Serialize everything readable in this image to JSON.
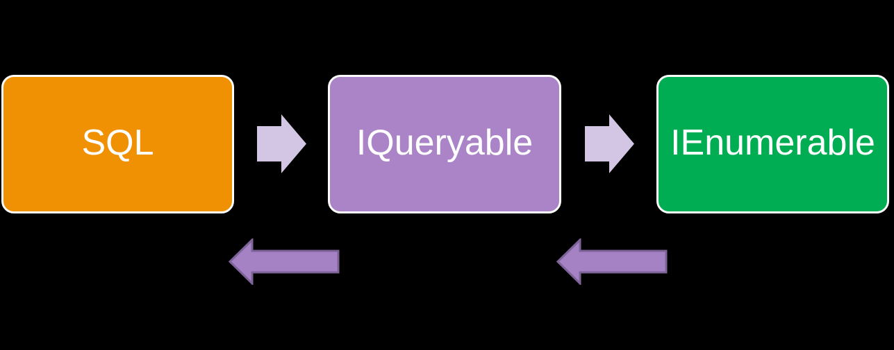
{
  "diagram": {
    "background_color": "#000000",
    "node_border_color": "#FFFFFF",
    "text_color": "#FFFFFF",
    "nodes": [
      {
        "id": "sql",
        "label": "SQL",
        "fill": "#F09103"
      },
      {
        "id": "iqueryable",
        "label": "IQueryable",
        "fill": "#AB84C8"
      },
      {
        "id": "ienumerable",
        "label": "IEnumerable",
        "fill": "#00AD53"
      }
    ],
    "forward_arrows": [
      {
        "from": "sql",
        "to": "iqueryable",
        "fill": "#D3C6E4"
      },
      {
        "from": "iqueryable",
        "to": "ienumerable",
        "fill": "#D3C6E4"
      }
    ],
    "backward_arrows": [
      {
        "from": "iqueryable",
        "to": "sql",
        "fill": "#A482C4",
        "stroke": "#7E6399"
      },
      {
        "from": "ienumerable",
        "to": "iqueryable",
        "fill": "#A482C4",
        "stroke": "#7E6399"
      }
    ]
  }
}
